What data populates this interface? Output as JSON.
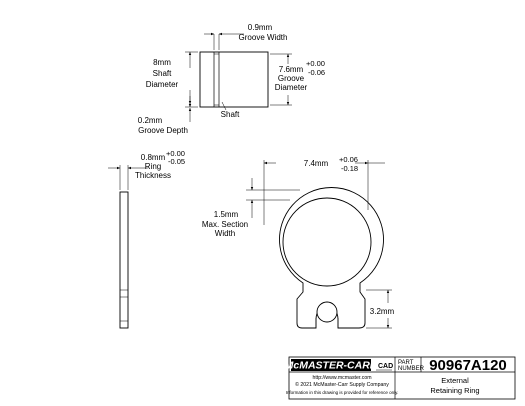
{
  "shaft_view": {
    "groove_width": "0.9mm",
    "groove_width_label": "Groove Width",
    "shaft_diameter_value": "8mm",
    "shaft_diameter_label_1": "Shaft",
    "shaft_diameter_label_2": "Diameter",
    "groove_diameter_value": "7.6mm",
    "groove_diameter_tol_plus": "+0.00",
    "groove_diameter_tol_minus": "-0.06",
    "groove_diameter_label_1": "Groove",
    "groove_diameter_label_2": "Diameter",
    "groove_depth_value": "0.2mm",
    "groove_depth_label": "Groove Depth",
    "shaft_label": "Shaft"
  },
  "side_view": {
    "thickness_value": "0.8mm",
    "thickness_tol_plus": "+0.00",
    "thickness_tol_minus": "-0.05",
    "thickness_label_1": "Ring",
    "thickness_label_2": "Thickness"
  },
  "front_view": {
    "inner_dia_value": "7.4mm",
    "inner_dia_tol_plus": "+0.06",
    "inner_dia_tol_minus": "-0.18",
    "section_value": "1.5mm",
    "section_label_1": "Max. Section",
    "section_label_2": "Width",
    "gap_value": "3.2mm"
  },
  "title_block": {
    "brand": "McMASTER-CARR",
    "cad_label": "CAD",
    "part_label_1": "PART",
    "part_label_2": "NUMBER",
    "part_number": "90967A120",
    "url": "http://www.mcmaster.com",
    "copyright": "© 2021 McMaster-Carr Supply Company",
    "disclaimer": "Information in this drawing is provided for reference only.",
    "description_1": "External",
    "description_2": "Retaining Ring"
  }
}
